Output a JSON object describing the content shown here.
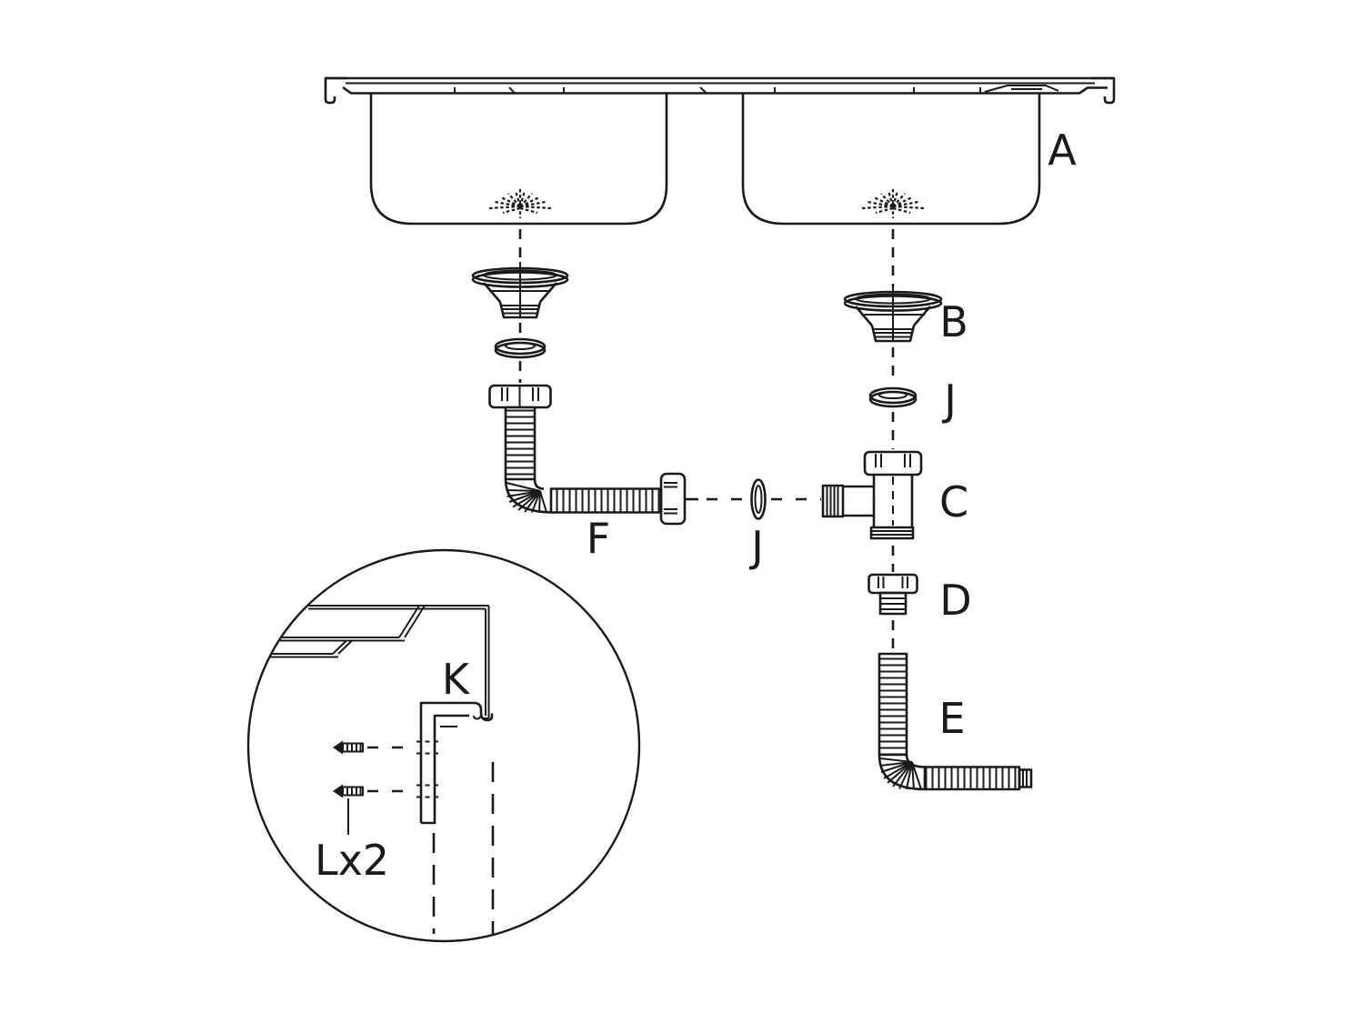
{
  "labels": {
    "sink": "A",
    "strainer": "B",
    "tee_fitting": "C",
    "lock_nut": "D",
    "outlet_hose": "E",
    "elbow_hose": "F",
    "gasket_right_column": "J",
    "gasket_horizontal": "J",
    "mounting_clip": "K",
    "screws": "Lx2"
  },
  "colors": {
    "line": "#1a1a1a",
    "background": "#ffffff"
  }
}
